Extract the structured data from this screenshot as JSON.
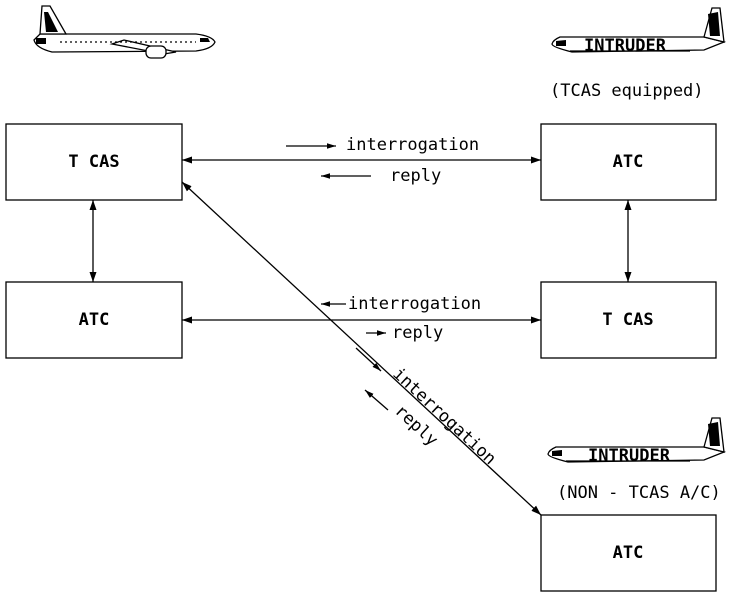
{
  "colors": {
    "ink": "#000000",
    "background": "#ffffff"
  },
  "own_aircraft": {
    "icon": "airplane-icon"
  },
  "intruder_tcas": {
    "label": "INTRUDER",
    "note": "(TCAS equipped)",
    "icon": "airplane-icon"
  },
  "intruder_non_tcas": {
    "label": "INTRUDER",
    "note": "(NON - TCAS A/C)",
    "icon": "airplane-icon"
  },
  "boxes": {
    "own_tcas": "T CAS",
    "own_atc": "ATC",
    "intruder1_atc": "ATC",
    "intruder1_tcas": "T CAS",
    "intruder2_atc": "ATC"
  },
  "links": {
    "top": {
      "interrogation": "interrogation",
      "reply": "reply"
    },
    "middle": {
      "interrogation": "interrogation",
      "reply": "reply"
    },
    "diagonal": {
      "interrogation": "interrogation",
      "reply": "reply"
    }
  }
}
